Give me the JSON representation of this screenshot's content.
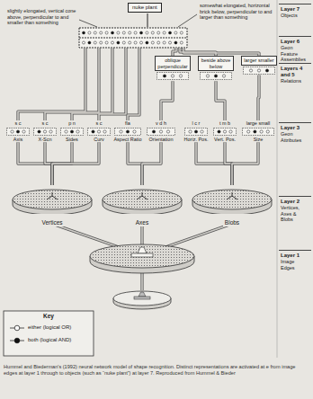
{
  "diagram": {
    "caption": "Hummel and Biederman's (1992) neural network model of shape recognition. Distinct representations are activated at e from image edges at layer 1 through to objects (such as “nuke plant”) at layer 7. Reproduced from Hummel & Bieder",
    "nodes": [
      {
        "text": [
          "nuke plant"
        ]
      },
      {
        "text": [
          "Layer 7",
          "Objects"
        ]
      },
      {
        "text": [
          "Layer 6",
          "Geon Feature Assemblies"
        ]
      },
      {
        "text": [
          "oblique perpendicular"
        ]
      },
      {
        "text": [
          "beside above below"
        ]
      },
      {
        "text": [
          "larger smaller"
        ]
      },
      {
        "text": [
          "Layers 4 and 5",
          "Relations"
        ]
      },
      {
        "text": [
          "s c",
          "Axis"
        ]
      },
      {
        "text": [
          "s c",
          "X-Scn"
        ]
      },
      {
        "text": [
          "p n",
          "Sides"
        ]
      },
      {
        "text": [
          "s c",
          "Curv"
        ]
      },
      {
        "text": [
          "fla",
          "Aspect Ratio"
        ]
      },
      {
        "text": [
          "v d h",
          "Orientation"
        ]
      },
      {
        "text": [
          "l c r",
          "Horiz. Pos."
        ]
      },
      {
        "text": [
          "t m b",
          "Vert. Pos."
        ]
      },
      {
        "text": [
          "large small",
          "Size"
        ]
      },
      {
        "text": [
          "Layer 3",
          "Geon Attributes"
        ]
      },
      {
        "text": [
          "Vertices"
        ]
      },
      {
        "text": [
          "Axes"
        ]
      },
      {
        "text": [
          "Blobs"
        ]
      },
      {
        "text": [
          "Layer 2",
          "Vertices, Axes & Blobs"
        ]
      },
      {
        "text": [
          "Layer 1",
          "Image Edges"
        ]
      }
    ],
    "edges": [
      {
        "from": 17,
        "to": 7,
        "arrow": "none"
      },
      {
        "from": 17,
        "to": 8,
        "arrow": "none"
      },
      {
        "from": 17,
        "to": 9,
        "arrow": "none"
      },
      {
        "from": 17,
        "to": 10,
        "arrow": "none"
      },
      {
        "from": 18,
        "to": 11,
        "arrow": "none"
      },
      {
        "from": 18,
        "to": 12,
        "arrow": "none"
      },
      {
        "from": 19,
        "to": 13,
        "arrow": "none"
      },
      {
        "from": 19,
        "to": 14,
        "arrow": "none"
      },
      {
        "from": 19,
        "to": 15,
        "arrow": "none"
      },
      {
        "from": 12,
        "to": 3,
        "arrow": "none"
      },
      {
        "from": 14,
        "to": 4,
        "arrow": "none"
      },
      {
        "from": 15,
        "to": 5,
        "arrow": "none"
      }
    ],
    "labels": [
      "slightly elongated, vertical cone above, perpendicular to and smaller than something",
      "somewhat elongated, horizontal brick below, perpendicular to and larger than something",
      "Key"
    ],
    "legend": [
      {
        "text": "either (logical OR)"
      },
      {
        "text": "both (logical AND)"
      }
    ]
  }
}
